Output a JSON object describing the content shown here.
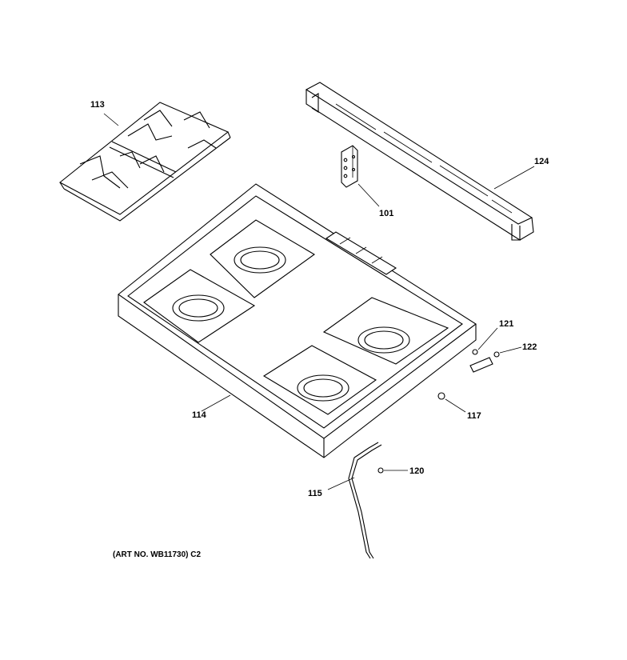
{
  "parts": [
    {
      "id": "grate",
      "label": "113"
    },
    {
      "id": "bracket",
      "label": "101"
    },
    {
      "id": "trim",
      "label": "124"
    },
    {
      "id": "cooktop",
      "label": "114"
    },
    {
      "id": "spring",
      "label": "121"
    },
    {
      "id": "retainer",
      "label": "122"
    },
    {
      "id": "plug",
      "label": "117"
    },
    {
      "id": "rod",
      "label": "115"
    },
    {
      "id": "screw",
      "label": "120"
    }
  ],
  "caption": "(ART NO. WB11730) C2"
}
